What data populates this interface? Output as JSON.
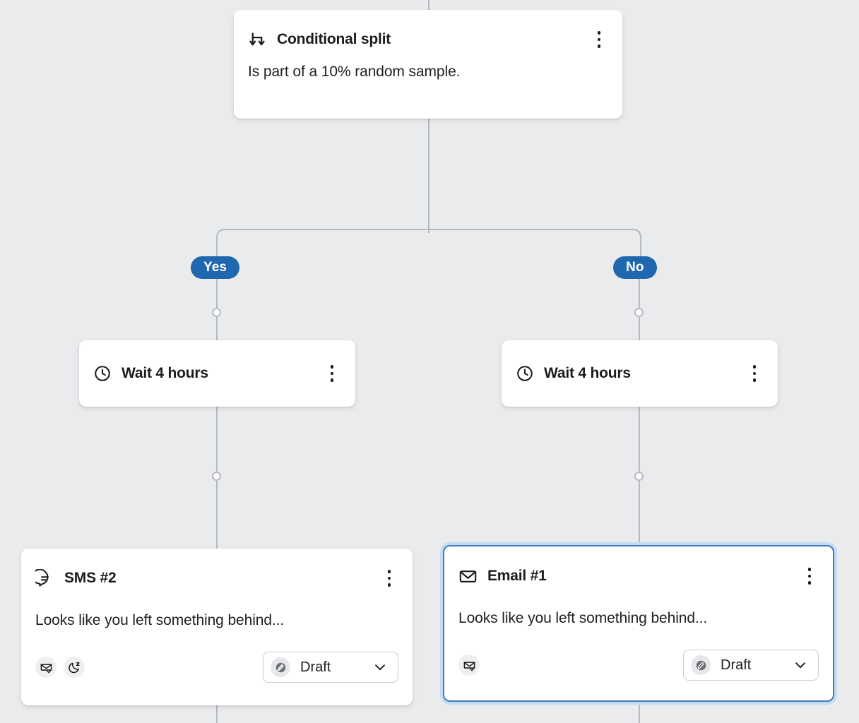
{
  "canvas": {
    "background": "#eaebed",
    "connector_color": "#b6b9bf",
    "accent_blue": "#1f67ae",
    "selection_border": "#3c7fbe",
    "selection_glow": "#c5dcf0"
  },
  "nodes": {
    "split": {
      "icon": "split-arrows-icon",
      "title": "Conditional split",
      "description": "Is part of a 10% random sample.",
      "menu_icon": "kebab-menu-icon"
    },
    "wait_yes": {
      "icon": "clock-icon",
      "title": "Wait 4 hours",
      "menu_icon": "kebab-menu-icon"
    },
    "wait_no": {
      "icon": "clock-icon",
      "title": "Wait 4 hours",
      "menu_icon": "kebab-menu-icon"
    },
    "sms": {
      "icon": "sms-bubble-icon",
      "title": "SMS #2",
      "preview": "Looks like you left something behind...",
      "menu_icon": "kebab-menu-icon",
      "badges": [
        {
          "icon": "envelope-check-icon",
          "name": "smart-sending-badge"
        },
        {
          "icon": "moon-z-icon",
          "name": "quiet-hours-badge"
        }
      ],
      "status": {
        "icon": "pencil-icon",
        "label": "Draft",
        "chevron": "chevron-down-icon"
      },
      "selected": false
    },
    "email": {
      "icon": "envelope-icon",
      "title": "Email #1",
      "preview": "Looks like you left something behind...",
      "menu_icon": "kebab-menu-icon",
      "badges": [
        {
          "icon": "envelope-check-icon",
          "name": "smart-sending-badge"
        }
      ],
      "status": {
        "icon": "pencil-icon",
        "label": "Draft",
        "chevron": "chevron-down-icon"
      },
      "selected": true
    }
  },
  "branches": {
    "yes_label": "Yes",
    "no_label": "No"
  }
}
